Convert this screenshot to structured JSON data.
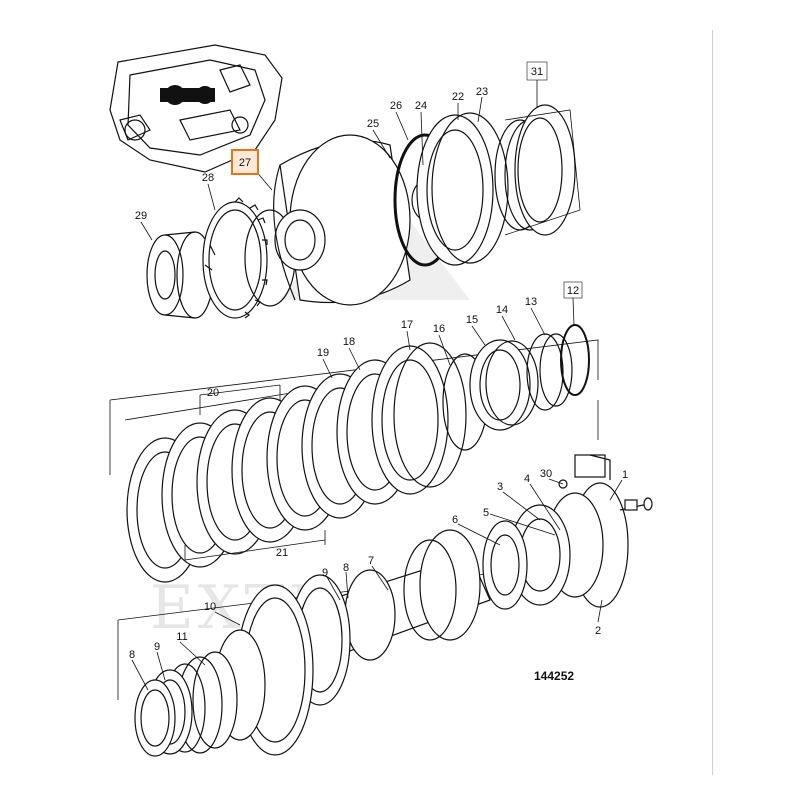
{
  "diagram": {
    "drawing_number": "144252",
    "watermark": "EXTRA",
    "highlight_color": "#e8731a",
    "callouts": [
      {
        "id": "c31",
        "text": "31"
      },
      {
        "id": "c22",
        "text": "22"
      },
      {
        "id": "c23",
        "text": "23"
      },
      {
        "id": "c26",
        "text": "26"
      },
      {
        "id": "c24",
        "text": "24"
      },
      {
        "id": "c25",
        "text": "25"
      },
      {
        "id": "c27",
        "text": "27"
      },
      {
        "id": "c28",
        "text": "28"
      },
      {
        "id": "c29",
        "text": "29"
      },
      {
        "id": "c12",
        "text": "12"
      },
      {
        "id": "c13",
        "text": "13"
      },
      {
        "id": "c14",
        "text": "14"
      },
      {
        "id": "c15",
        "text": "15"
      },
      {
        "id": "c16",
        "text": "16"
      },
      {
        "id": "c17",
        "text": "17"
      },
      {
        "id": "c18",
        "text": "18"
      },
      {
        "id": "c19",
        "text": "19"
      },
      {
        "id": "c20",
        "text": "20"
      },
      {
        "id": "c21",
        "text": "21"
      },
      {
        "id": "c30",
        "text": "30"
      },
      {
        "id": "c1",
        "text": "1"
      },
      {
        "id": "c3",
        "text": "3"
      },
      {
        "id": "c4",
        "text": "4"
      },
      {
        "id": "c5",
        "text": "5"
      },
      {
        "id": "c6",
        "text": "6"
      },
      {
        "id": "c7",
        "text": "7"
      },
      {
        "id": "c8a",
        "text": "8"
      },
      {
        "id": "c9a",
        "text": "9"
      },
      {
        "id": "c2",
        "text": "2"
      },
      {
        "id": "c10",
        "text": "10"
      },
      {
        "id": "c11",
        "text": "11"
      },
      {
        "id": "c8b",
        "text": "8"
      },
      {
        "id": "c9b",
        "text": "9"
      }
    ]
  }
}
